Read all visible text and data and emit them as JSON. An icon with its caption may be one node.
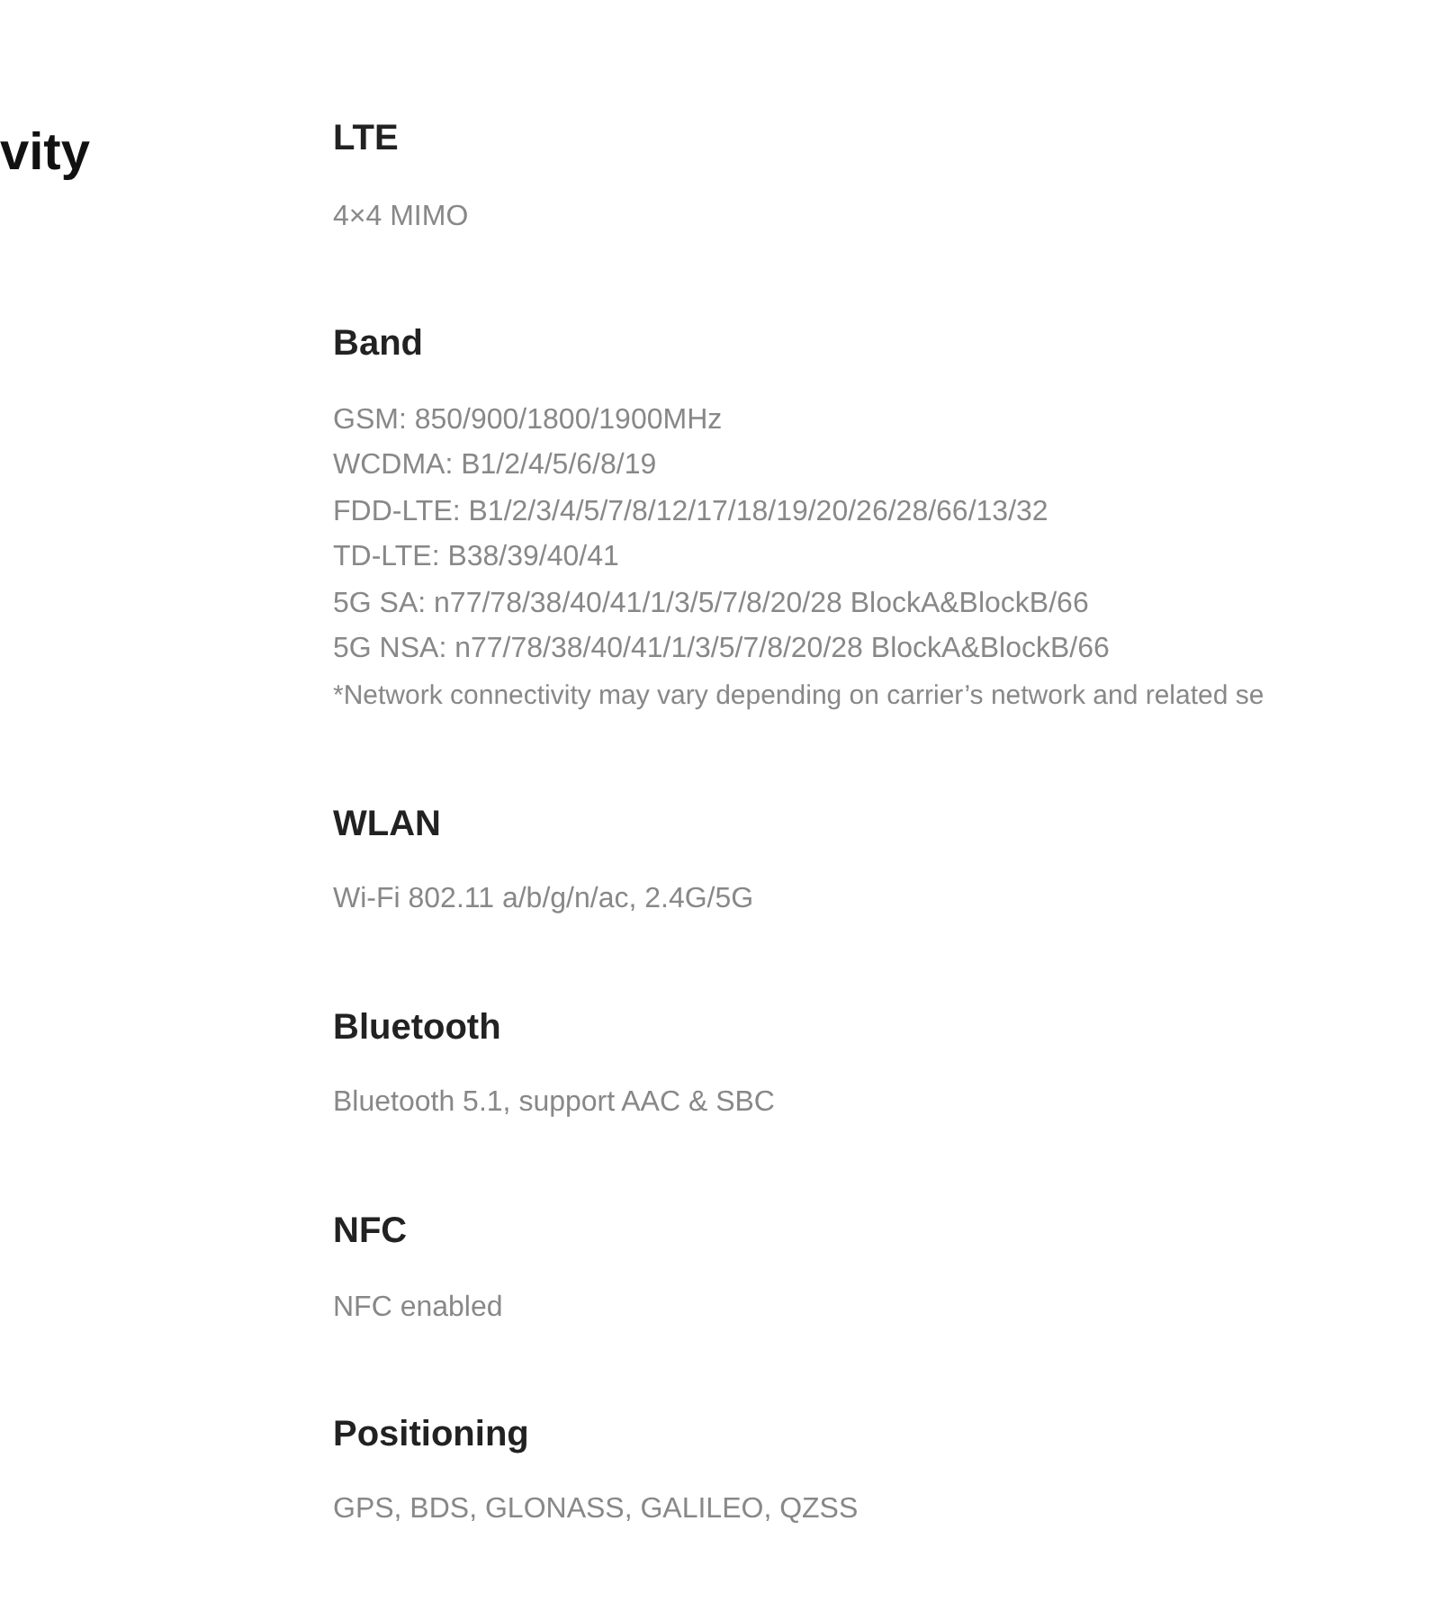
{
  "diagram": {
    "labels": [
      "vity",
      "LTE",
      "4×4 MIMO",
      "Band",
      "GSM: 850/900/1800/1900MHz",
      "WCDMA: B1/2/4/5/6/8/19",
      "FDD-LTE: B1/2/3/4/5/7/8/12/17/18/19/20/26/28/66/13/32",
      "TD-LTE: B38/39/40/41",
      "5G SA: n77/78/38/40/41/1/3/5/7/8/20/28 BlockA&BlockB/66",
      "5G NSA: n77/78/38/40/41/1/3/5/7/8/20/28 BlockA&BlockB/66",
      "*Network connectivity may vary depending on carrier’s network and related se",
      "WLAN",
      "Wi-Fi 802.11 a/b/g/n/ac, 2.4G/5G",
      "Bluetooth",
      "Bluetooth 5.1, support AAC & SBC",
      "NFC",
      "NFC enabled",
      "Positioning",
      "GPS, BDS, GLONASS, GALILEO, QZSS"
    ]
  }
}
